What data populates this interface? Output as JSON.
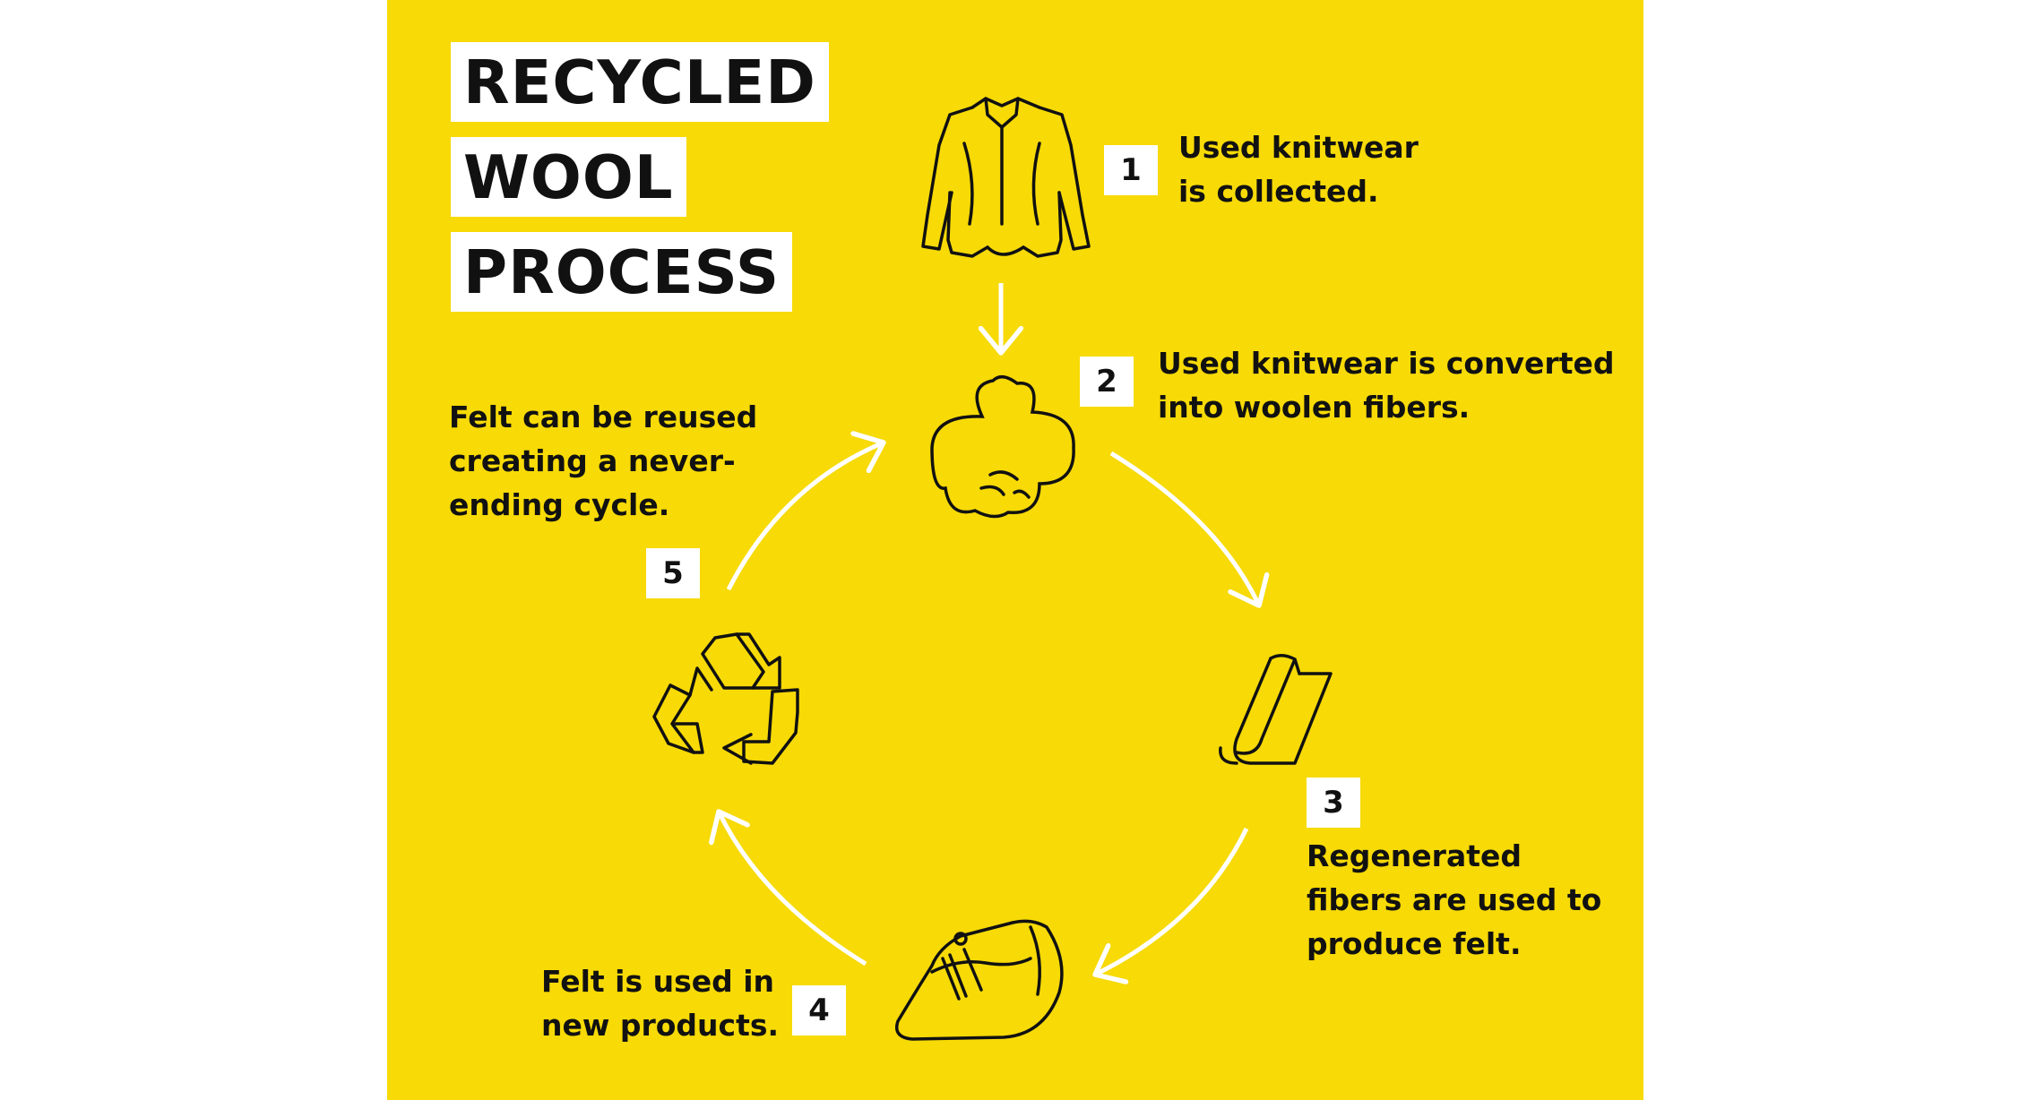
{
  "title": {
    "line1": "RECYCLED",
    "line2": "WOOL",
    "line3": "PROCESS"
  },
  "colors": {
    "background": "#f7da06",
    "text": "#111111",
    "badge": "#ffffff",
    "arrows": "#ffffff"
  },
  "steps": [
    {
      "number": "1",
      "icon": "jacket-icon",
      "lines": [
        "Used knitwear",
        "is collected."
      ]
    },
    {
      "number": "2",
      "icon": "cotton-fiber-icon",
      "lines": [
        "Used knitwear is converted",
        "into woolen fibers."
      ]
    },
    {
      "number": "3",
      "icon": "felt-roll-icon",
      "lines": [
        "Regenerated",
        "fibers are used to",
        "produce felt."
      ]
    },
    {
      "number": "4",
      "icon": "slipper-icon",
      "lines": [
        "Felt is used in",
        "new products."
      ]
    },
    {
      "number": "5",
      "icon": "recycle-icon",
      "lines": [
        "Felt can be reused",
        "creating a never-",
        "ending cycle."
      ]
    }
  ]
}
